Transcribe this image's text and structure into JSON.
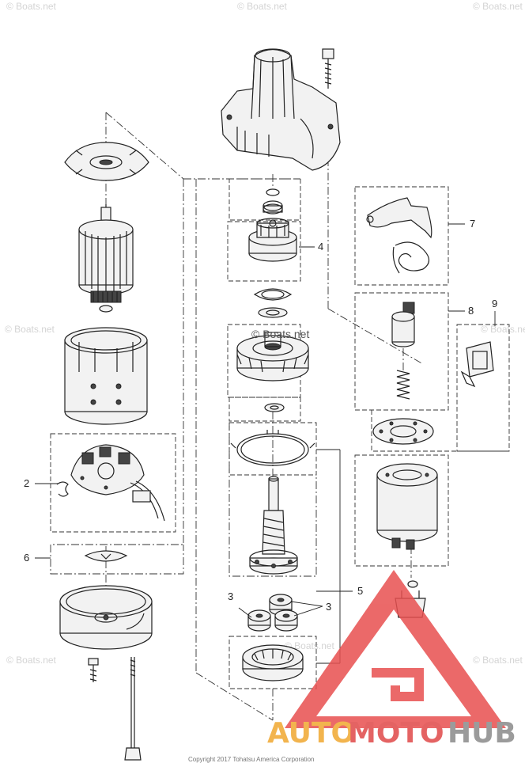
{
  "watermarks": {
    "tile": "© Boats.net",
    "center": "© Boats.net"
  },
  "callouts": {
    "c2": "2",
    "c3a": "3",
    "c3b": "3",
    "c4": "4",
    "c5": "5",
    "c6": "6",
    "c7": "7",
    "c8": "8",
    "c9": "9"
  },
  "footer": {
    "copyright": "Copyright 2017 Tohatsu America Corporation"
  },
  "logo": {
    "auto": "AUTO",
    "moto": "MOTO",
    "hub": "HUB"
  },
  "colors": {
    "logo_auto": "#f0a830",
    "logo_moto": "#e04848",
    "logo_hub": "#8a8a8a",
    "logo_triangle": "#e85050"
  }
}
